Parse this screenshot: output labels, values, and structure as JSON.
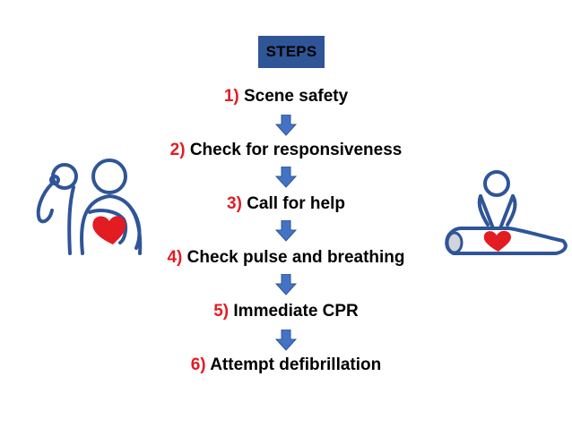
{
  "title": "STEPS",
  "steps": [
    {
      "num": "1)",
      "label": "Scene safety"
    },
    {
      "num": "2)",
      "label": "Check for responsiveness"
    },
    {
      "num": "3)",
      "label": "Call for help"
    },
    {
      "num": "4)",
      "label": "Check pulse and breathing"
    },
    {
      "num": "5)",
      "label": "Immediate CPR"
    },
    {
      "num": "6)",
      "label": "Attempt defibrillation"
    }
  ],
  "colors": {
    "title_box": "#2f5597",
    "step_number": "#e31b23",
    "arrow_fill": "#4472c4",
    "arrow_stroke": "#2f5597",
    "heart": "#e31b23",
    "outline": "#2f5597"
  },
  "icons": [
    "rescuer-patient-icon",
    "cpr-compression-icon"
  ]
}
